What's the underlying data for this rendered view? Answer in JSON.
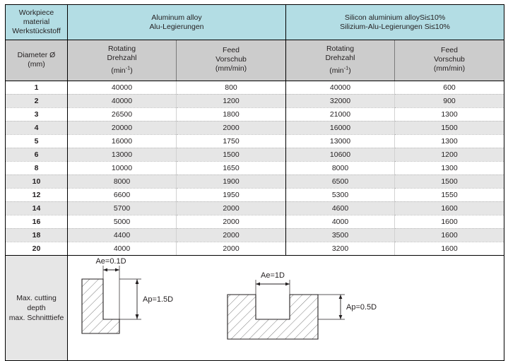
{
  "table": {
    "material_header_label": "Workpiece\nmaterial\nWerkstückstoff",
    "material_header_line1": "Workpiece",
    "material_header_line2": "material",
    "material_header_line3": "Werkstückstoff",
    "materials": [
      {
        "en": "Aluminum alloy",
        "de": "Alu-Legierungen"
      },
      {
        "en": "Silicon aluminium alloySi≤10%",
        "de": "Silizium-Alu-Legierungen Si≤10%"
      }
    ],
    "subheaders": {
      "diameter": {
        "line1": "Diameter Ø",
        "line2": "(mm)"
      },
      "rotating": {
        "line1": "Rotating",
        "line2": "Drehzahl",
        "unit_base": "(min",
        "unit_exp": "-1",
        "unit_close": ")"
      },
      "feed": {
        "line1": "Feed",
        "line2": "Vorschub",
        "line3": "(mm/min)"
      }
    },
    "rows": [
      {
        "diameter": "1",
        "alu_rpm": "40000",
        "alu_feed": "800",
        "si_rpm": "40000",
        "si_feed": "600"
      },
      {
        "diameter": "2",
        "alu_rpm": "40000",
        "alu_feed": "1200",
        "si_rpm": "32000",
        "si_feed": "900"
      },
      {
        "diameter": "3",
        "alu_rpm": "26500",
        "alu_feed": "1800",
        "si_rpm": "21000",
        "si_feed": "1300"
      },
      {
        "diameter": "4",
        "alu_rpm": "20000",
        "alu_feed": "2000",
        "si_rpm": "16000",
        "si_feed": "1500"
      },
      {
        "diameter": "5",
        "alu_rpm": "16000",
        "alu_feed": "1750",
        "si_rpm": "13000",
        "si_feed": "1300"
      },
      {
        "diameter": "6",
        "alu_rpm": "13000",
        "alu_feed": "1500",
        "si_rpm": "10600",
        "si_feed": "1200"
      },
      {
        "diameter": "8",
        "alu_rpm": "10000",
        "alu_feed": "1650",
        "si_rpm": "8000",
        "si_feed": "1300"
      },
      {
        "diameter": "10",
        "alu_rpm": "8000",
        "alu_feed": "1900",
        "si_rpm": "6500",
        "si_feed": "1500"
      },
      {
        "diameter": "12",
        "alu_rpm": "6600",
        "alu_feed": "1950",
        "si_rpm": "5300",
        "si_feed": "1550"
      },
      {
        "diameter": "14",
        "alu_rpm": "5700",
        "alu_feed": "2000",
        "si_rpm": "4600",
        "si_feed": "1600"
      },
      {
        "diameter": "16",
        "alu_rpm": "5000",
        "alu_feed": "2000",
        "si_rpm": "4000",
        "si_feed": "1600"
      },
      {
        "diameter": "18",
        "alu_rpm": "4400",
        "alu_feed": "2000",
        "si_rpm": "3500",
        "si_feed": "1600"
      },
      {
        "diameter": "20",
        "alu_rpm": "4000",
        "alu_feed": "2000",
        "si_rpm": "3200",
        "si_feed": "1600"
      }
    ]
  },
  "cutting_depth": {
    "label_line1": "Max. cutting",
    "label_line2": "depth",
    "label_line3": "max. Schnitttiefe",
    "figures": [
      {
        "name": "side-milling",
        "ae": "Ae=0.1D",
        "ap": "Ap=1.5D"
      },
      {
        "name": "slot-milling",
        "ae": "Ae=1D",
        "ap": "Ap=0.5D"
      }
    ]
  },
  "colors": {
    "material_header_bg": "#b3dde4",
    "subheader_bg": "#cccccc",
    "row_alt_bg": "#e6e6e6",
    "row_bg": "#ffffff",
    "border": "#000000",
    "text": "#231f20"
  }
}
